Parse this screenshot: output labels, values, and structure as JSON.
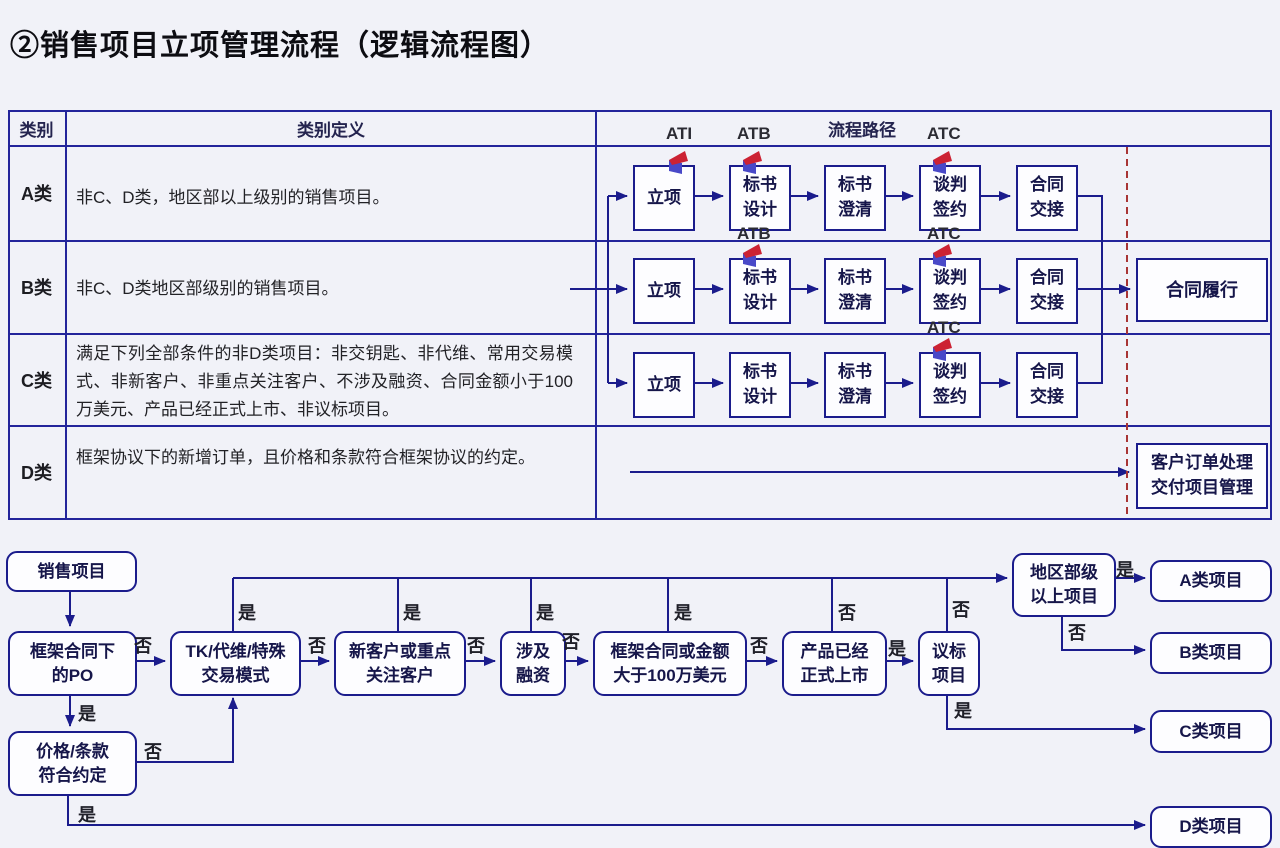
{
  "title": "②销售项目立项管理流程（逻辑流程图）",
  "table": {
    "header": {
      "category": "类别",
      "definition": "类别定义",
      "path": "流程路径"
    },
    "milestones": {
      "ati": "ATI",
      "atb": "ATB",
      "atc": "ATC"
    },
    "rows": [
      {
        "category": "A类",
        "definition": "非C、D类，地区部以上级别的销售项目。"
      },
      {
        "category": "B类",
        "definition": "非C、D类地区部级别的销售项目。"
      },
      {
        "category": "C类",
        "definition": "满足下列全部条件的非D类项目：非交钥匙、非代维、常用交易模式、非新客户、非重点关注客户、不涉及融资、合同金额小于100万美元、产品已经正式上市、非议标项目。"
      },
      {
        "category": "D类",
        "definition": "框架协议下的新增订单，且价格和条款符合框架协议的约定。"
      }
    ],
    "steps": {
      "initiation": "立项",
      "bid_design": "标书\n设计",
      "bid_clarification": "标书\n澄清",
      "negotiation_signing": "谈判\n签约",
      "contract_handover": "合同\n交接",
      "contract_fulfillment": "合同履行",
      "order_processing": "客户订单处理\n交付项目管理"
    }
  },
  "flowchart": {
    "labels": {
      "yes": "是",
      "no": "否"
    },
    "nodes": {
      "sales_project": "销售项目",
      "po_under_frame": "框架合同下\n的PO",
      "tk_special_mode": "TK/代维/特殊\n交易模式",
      "new_or_key_customer": "新客户或重点\n关注客户",
      "financing": "涉及\n融资",
      "frame_or_amount": "框架合同或金额\n大于100万美元",
      "product_launched": "产品已经\n正式上市",
      "negotiated_bid": "议标\n项目",
      "region_level_above": "地区部级\n以上项目",
      "price_terms_match": "价格/条款\n符合约定",
      "class_a": "A类项目",
      "class_b": "B类项目",
      "class_c": "C类项目",
      "class_d": "D类项目"
    }
  },
  "colors": {
    "line": "#1b1c8c",
    "dashed_divider": "#a83535",
    "flag_red": "#cc2233",
    "flag_base": "#4848c8",
    "background": "#f1f2f8",
    "box_fill": "#fdfdff"
  }
}
